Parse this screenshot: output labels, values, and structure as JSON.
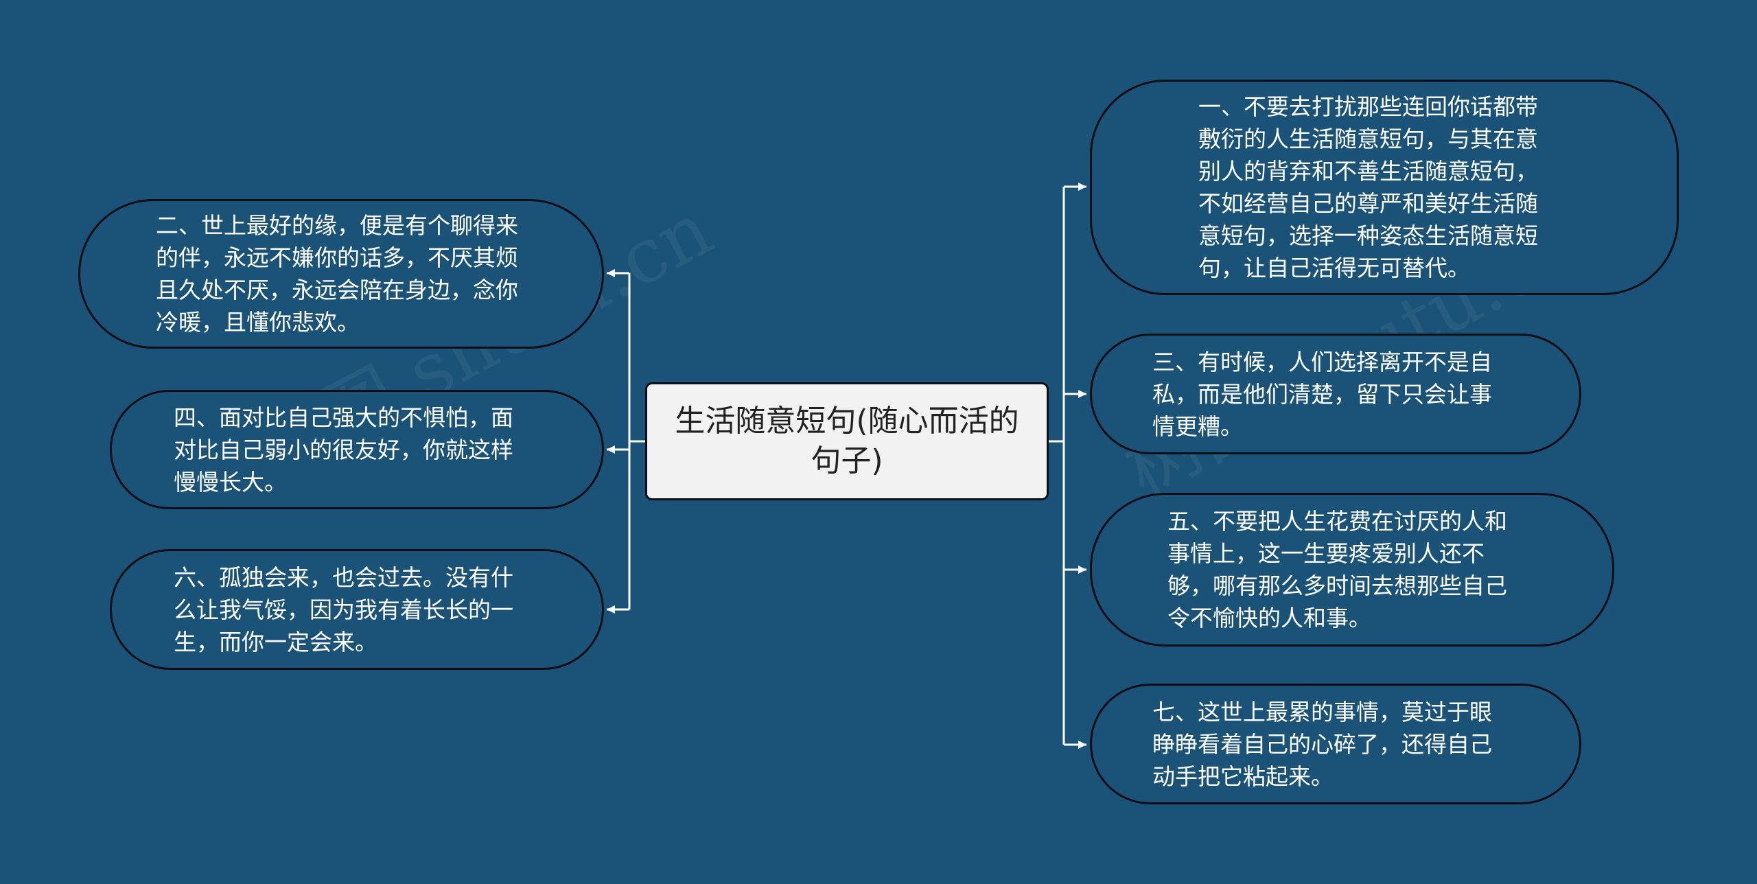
{
  "diagram": {
    "center": {
      "label": "生活随意短句(随心而活的句子)"
    },
    "nodes": {
      "n1": "一、不要去打扰那些连回你话都带敷衍的人生活随意短句，与其在意别人的背弃和不善生活随意短句，不如经营自己的尊严和美好生活随意短句，选择一种姿态生活随意短句，让自己活得无可替代。",
      "n2": "二、世上最好的缘，便是有个聊得来的伴，永远不嫌你的话多，不厌其烦且久处不厌，永远会陪在身边，念你冷暖，且懂你悲欢。",
      "n3": "三、有时候，人们选择离开不是自私，而是他们清楚，留下只会让事情更糟。",
      "n4": "四、面对比自己强大的不惧怕，面对比自己弱小的很友好，你就这样慢慢长大。",
      "n5": "五、不要把人生花费在讨厌的人和事情上，这一生要疼爱别人还不够，哪有那么多时间去想那些自己令不愉快的人和事。",
      "n6": "六、孤独会来，也会过去。没有什么让我气馁，因为我有着长长的一生，而你一定会来。",
      "n7": "七、这世上最累的事情，莫过于眼睁睁看着自己的心碎了，还得自己动手把它粘起来。"
    },
    "watermark": "树图 shutu.cn"
  },
  "colors": {
    "background": "#1b5278",
    "center_fill": "#f2f2f2",
    "border": "#0b0f14",
    "connector": "#ffffff",
    "text": "#ffffff"
  }
}
